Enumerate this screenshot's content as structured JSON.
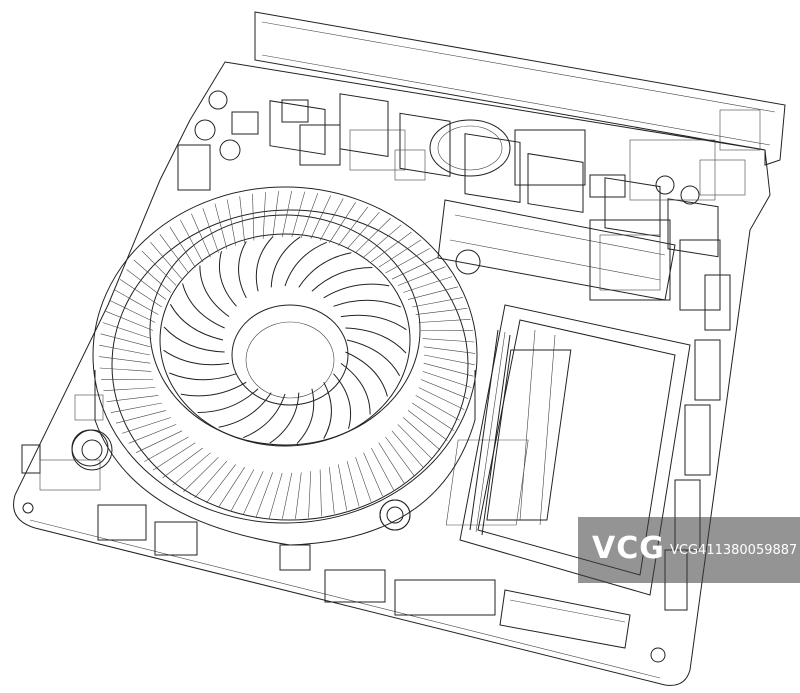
{
  "image": {
    "subject": "wireframe motherboard with blower fan",
    "line_color": "#222222",
    "background": "#ffffff"
  },
  "watermark": {
    "logo_text": "VCG",
    "text": "VCG41138005988​7",
    "overlay_color": "#3c3c3c"
  }
}
